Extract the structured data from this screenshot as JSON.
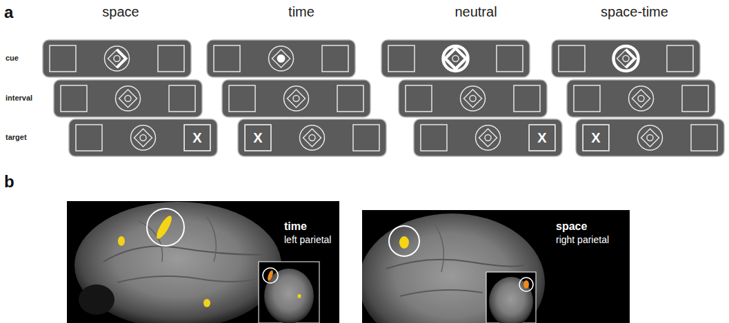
{
  "diagram": {
    "nodes": [
      {
        "text": [
          "X"
        ]
      },
      {
        "text": [
          "X"
        ]
      },
      {
        "text": [
          "X"
        ]
      },
      {
        "text": [
          "X"
        ]
      }
    ],
    "labels": [
      "a",
      "space",
      "time",
      "neutral",
      "space-time",
      "cue",
      "interval",
      "target",
      "b",
      "time",
      "left parietal",
      "space",
      "right parietal"
    ]
  }
}
